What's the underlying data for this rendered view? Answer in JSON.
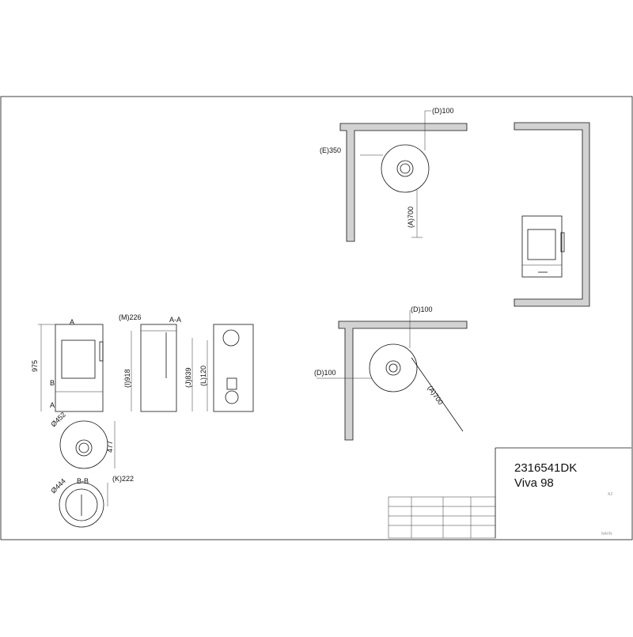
{
  "title_block": {
    "drawing_number": "2316541DK",
    "model": "Viva 98",
    "corner_mark": "A2",
    "sign_label": "NAVN"
  },
  "dimensions": {
    "height_total": "975",
    "m": "(M)226",
    "section_aa": "A-A",
    "section_a": "A",
    "section_b": "B",
    "section_bb": "B-B",
    "i": "(I)918",
    "j": "(J)839",
    "l": "(L)120",
    "dia_top": "Ø452",
    "depth": "477",
    "dia_base": "Ø444",
    "k": "(K)222"
  },
  "plan_views": {
    "top_d": "(D)100",
    "top_e": "(E)350",
    "top_a": "(A)700",
    "bottom_d_top": "(D)100",
    "bottom_d_left": "(D)100",
    "bottom_a": "(A)700"
  }
}
